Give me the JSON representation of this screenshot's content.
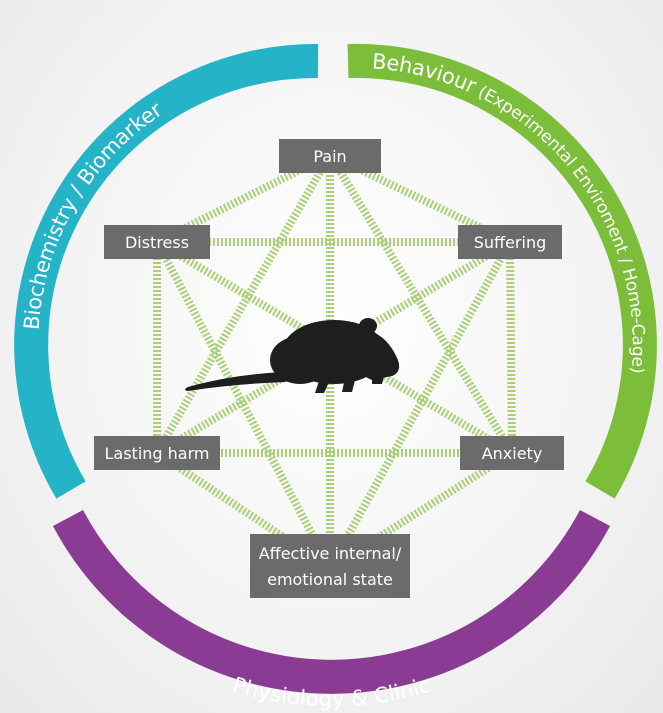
{
  "arcs": {
    "biochemistry": {
      "label": "Biochemistry / Biomarker",
      "color": "#25b3c7"
    },
    "behaviour": {
      "label": "Behaviour",
      "sublabel": " (Experimental Enviroment / Home-Cage)",
      "color": "#7cbd3a"
    },
    "physiology": {
      "label": "Physiology & Clinic",
      "color": "#8a3b93"
    }
  },
  "nodes": {
    "pain": "Pain",
    "distress": "Distress",
    "suffering": "Suffering",
    "lasting_harm": "Lasting harm",
    "anxiety": "Anxiety",
    "affective_line1": "Affective internal/",
    "affective_line2": "emotional state"
  },
  "colors": {
    "node_fill": "#6b6b6b",
    "edge": "#a9cf78",
    "mouse": "#1e1e1e"
  },
  "icons": {
    "center": "mouse-icon"
  }
}
